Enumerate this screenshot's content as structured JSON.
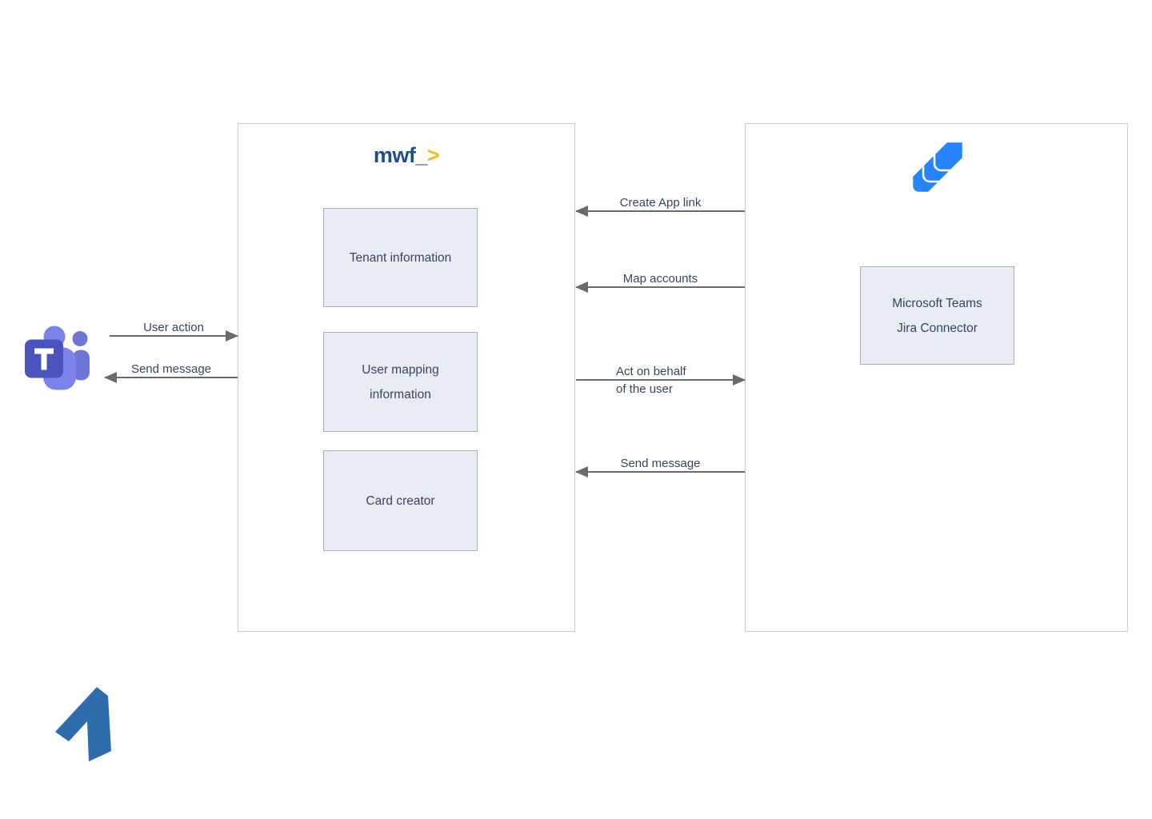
{
  "colors": {
    "panel_border": "#c8c8c8",
    "node_fill": "#e8ecf4",
    "node_border": "#aab0ba",
    "text": "#344563",
    "arrow": "#6b6b6b",
    "mwf_navy": "#1d5089",
    "mwf_accent": "#fdb913",
    "jira_blue": "#2684ff",
    "teams_purple_dark": "#4b53bc",
    "teams_purple": "#7b83eb",
    "teams_purple_muted": "#6e74d8",
    "footer_logo_blue": "#2d6cad"
  },
  "left_actor": {
    "icon": "microsoft-teams-icon"
  },
  "mwf_panel": {
    "logo": {
      "text": "mwf_",
      "accent": ">"
    },
    "nodes": {
      "tenant": {
        "label": "Tenant information"
      },
      "user_mapping": {
        "label_line1": "User mapping",
        "label_line2": "information"
      },
      "card_creator": {
        "label": "Card creator"
      }
    }
  },
  "jira_panel": {
    "icon": "jira-icon",
    "connector_node": {
      "label_line1": "Microsoft Teams",
      "label_line2": "Jira Connector"
    }
  },
  "arrows": {
    "user_action": {
      "label": "User action",
      "direction": "right"
    },
    "send_message_left": {
      "label": "Send message",
      "direction": "left"
    },
    "create_app_link": {
      "label": "Create App link",
      "direction": "left"
    },
    "map_accounts": {
      "label": "Map accounts",
      "direction": "left"
    },
    "act_on_behalf": {
      "label_line1": "Act on behalf",
      "label_line2": "of the user",
      "direction": "right"
    },
    "send_message_right": {
      "label": "Send message",
      "direction": "left"
    }
  },
  "footer_logo": {
    "icon": "company-logo-mark"
  }
}
